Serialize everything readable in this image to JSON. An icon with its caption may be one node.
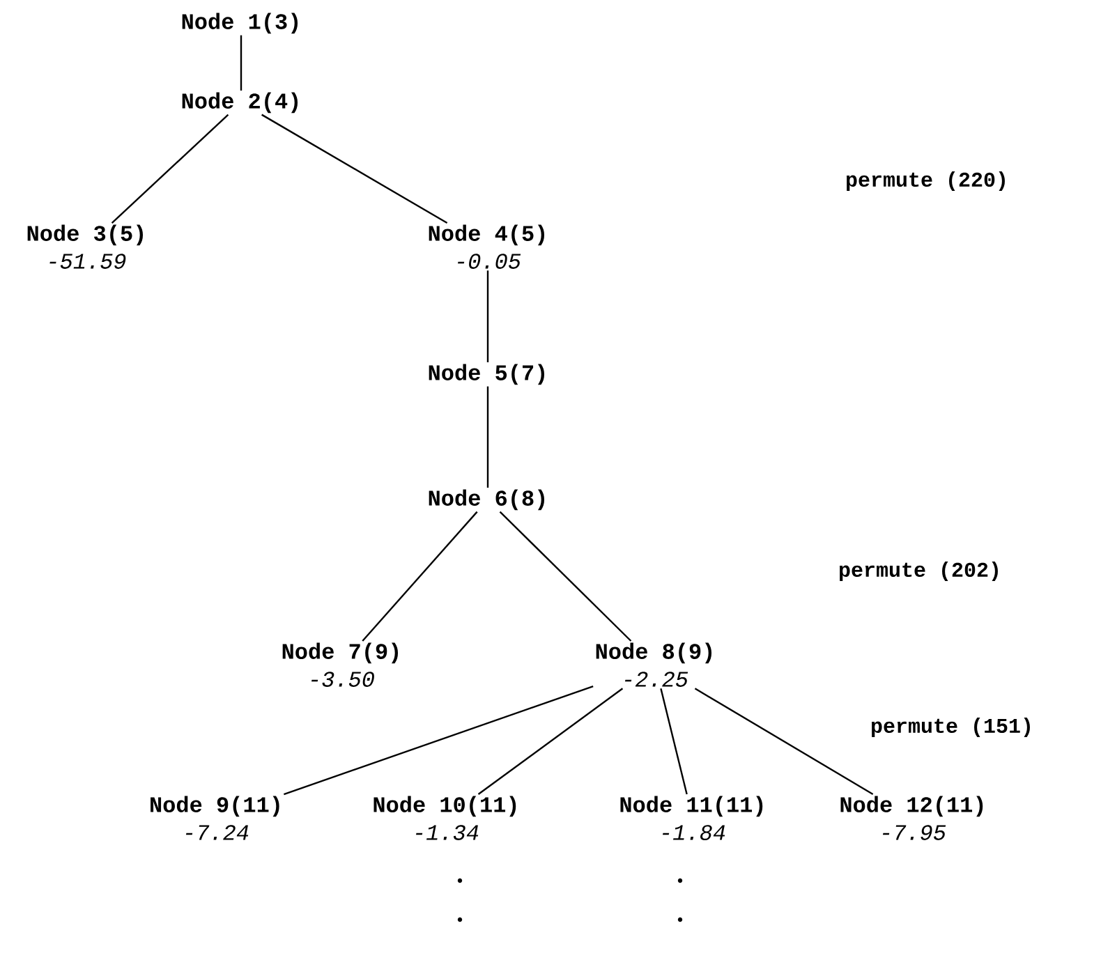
{
  "diagram": {
    "nodes": [
      {
        "text": [
          "Node 1(3)"
        ]
      },
      {
        "text": [
          "Node 2(4)"
        ]
      },
      {
        "text": [
          "Node 3(5)",
          "-51.59"
        ]
      },
      {
        "text": [
          "Node 4(5)",
          "-0.05"
        ]
      },
      {
        "text": [
          "Node 5(7)"
        ]
      },
      {
        "text": [
          "Node 6(8)"
        ]
      },
      {
        "text": [
          "Node 7(9)",
          "-3.50"
        ]
      },
      {
        "text": [
          "Node 8(9)",
          "-2.25"
        ]
      },
      {
        "text": [
          "Node 9(11)",
          "-7.24"
        ]
      },
      {
        "text": [
          "Node 10(11)",
          "-1.34"
        ]
      },
      {
        "text": [
          "Node 11(11)",
          "-1.84"
        ]
      },
      {
        "text": [
          "Node 12(11)",
          "-7.95"
        ]
      }
    ],
    "edges": [
      {
        "from": 0,
        "to": 1,
        "arrow": "none"
      },
      {
        "from": 1,
        "to": 2,
        "arrow": "none"
      },
      {
        "from": 1,
        "to": 3,
        "arrow": "none"
      },
      {
        "from": 3,
        "to": 4,
        "arrow": "none"
      },
      {
        "from": 4,
        "to": 5,
        "arrow": "none"
      },
      {
        "from": 5,
        "to": 6,
        "arrow": "none"
      },
      {
        "from": 5,
        "to": 7,
        "arrow": "none"
      },
      {
        "from": 7,
        "to": 8,
        "arrow": "none"
      },
      {
        "from": 7,
        "to": 9,
        "arrow": "none"
      },
      {
        "from": 7,
        "to": 10,
        "arrow": "none"
      },
      {
        "from": 7,
        "to": 11,
        "arrow": "none"
      }
    ],
    "labels": [
      "permute (220)",
      "permute (202)",
      "permute (151)"
    ]
  }
}
